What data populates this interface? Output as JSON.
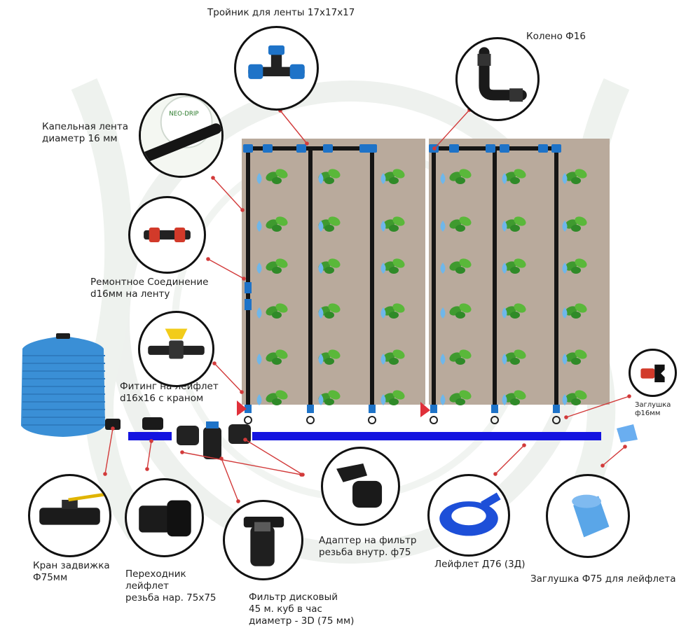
{
  "labels": {
    "tee": "Тройник для ленты 17х17х17",
    "elbow": "Колено Ф16",
    "tape": "Капельная лента\nдиаметр 16 мм",
    "repair": "Ремонтное Соединение\nd16мм на ленту",
    "fitting": "Фитинг на лейфлет\nd16x16 с краном",
    "plug16": "Заглушка\nф16мм",
    "valve": "Кран задвижка\nФ75мм",
    "adapter_thread": "Переходник\nлейфлет\nрезьба нар. 75х75",
    "filter": "Фильтр дисковый\n45 м. куб в час\nдиаметр - 3D (75 мм)",
    "adapter_filter": "Адаптер на фильтр\nрезьба внутр. ф75",
    "layflat": "Лейфлет Д76 (3Д)",
    "plug75": "Заглушка Ф75 для лейфлета"
  },
  "tape_logo": "NEO-DRIP",
  "colors": {
    "pipe_blue": "#1414e0",
    "connector_blue": "#1e73c8",
    "soil": "#b9aa9c",
    "pointer_red": "#d23a3a",
    "tank_blue": "#3a8fd6"
  },
  "icons": [
    "tee-fitting-icon",
    "elbow-fitting-icon",
    "drip-tape-icon",
    "repair-coupling-icon",
    "valve-fitting-icon",
    "plug-icon",
    "water-tank-icon",
    "disc-filter-icon",
    "layflat-hose-icon"
  ]
}
